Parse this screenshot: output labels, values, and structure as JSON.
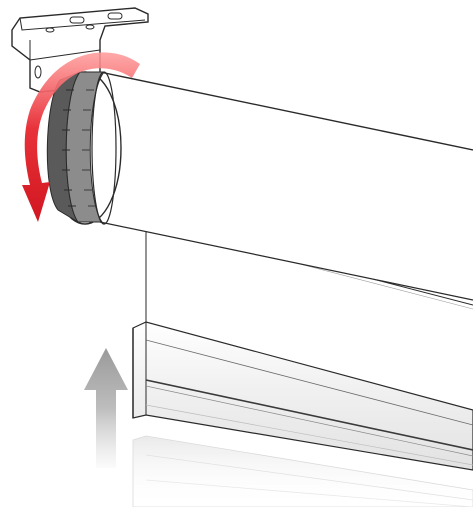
{
  "diagram": {
    "elements": [
      {
        "name": "mounting-bracket",
        "kind": "part"
      },
      {
        "name": "roller-tube",
        "kind": "part"
      },
      {
        "name": "tension-ring",
        "kind": "part"
      },
      {
        "name": "fabric-panel",
        "kind": "part"
      },
      {
        "name": "bottom-rail",
        "kind": "part"
      },
      {
        "name": "bottom-rail-reflection",
        "kind": "part"
      },
      {
        "name": "rotate-down-arrow",
        "kind": "indicator"
      },
      {
        "name": "raise-up-arrow",
        "kind": "indicator"
      }
    ]
  },
  "colors": {
    "rotate_arrow": "#e0202a",
    "rotate_arrow_light": "#ff8a8a",
    "lift_arrow": "#a8a8a8",
    "line": "#2a2a2a",
    "ring_dark": "#3d3d3d",
    "ring_light": "#8c8c8c",
    "background": "#ffffff"
  }
}
